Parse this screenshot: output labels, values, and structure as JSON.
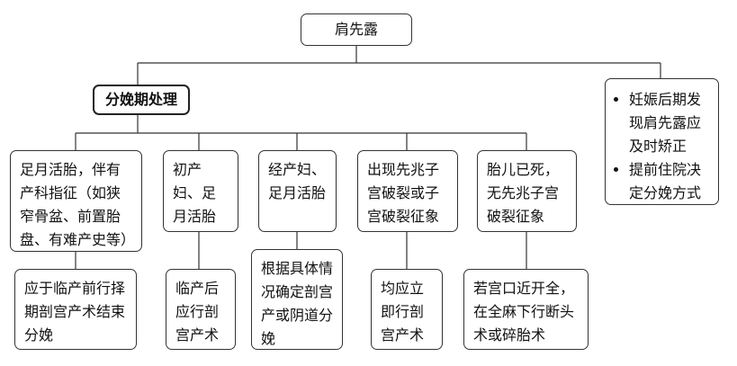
{
  "root": "肩先露",
  "branch_left": "分娩期处理",
  "right_note": {
    "items": [
      "妊娠后期发现肩先露应及时矫正",
      "提前住院决定分娩方式"
    ]
  },
  "conditions": [
    {
      "label": "足月活胎，伴有产科指征（如狭窄骨盆、前置胎盘、有难产史等）",
      "action": "应于临产前行择期剖宫产术结束分娩"
    },
    {
      "label": "初产妇、足月活胎",
      "action": "临产后应行剖宫产术"
    },
    {
      "label": "经产妇、足月活胎",
      "action": "根据具体情况确定剖宫产或阴道分娩"
    },
    {
      "label": "出现先兆子宫破裂或子宫破裂征象",
      "action": "均应立即行剖宫产术"
    },
    {
      "label": "胎儿已死，无先兆子宫破裂征象",
      "action": "若宫口近开全，在全麻下行断头术或碎胎术"
    }
  ]
}
